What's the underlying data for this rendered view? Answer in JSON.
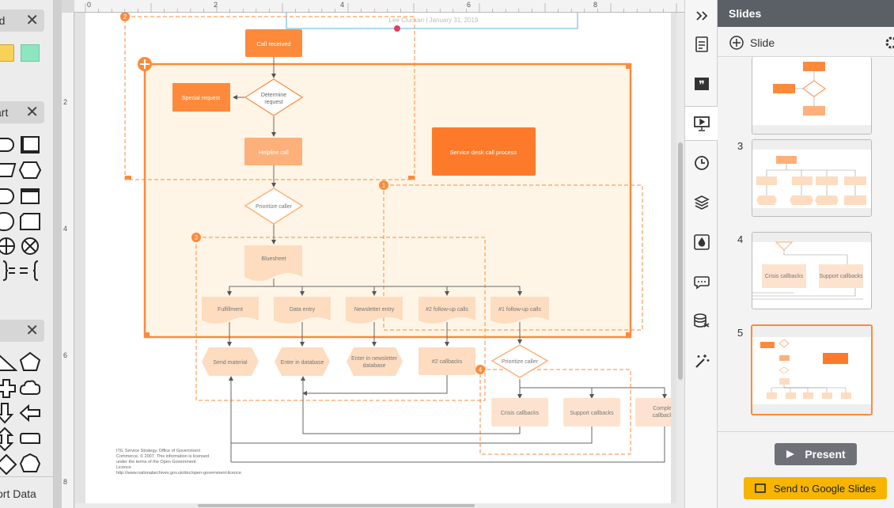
{
  "left_panel": {
    "section1_title": "rd",
    "section2_title": "art",
    "section3_title": "",
    "close_glyph": "✕",
    "import_label": "ort Data"
  },
  "rulers": {
    "h_marks": [
      "0",
      "2",
      "4",
      "6",
      "8"
    ],
    "v_marks": [
      "2",
      "4",
      "6",
      "8"
    ]
  },
  "diagram": {
    "header_text": "Lee Cluckan  |  January 31, 2019",
    "badges": [
      "2",
      "1",
      "3",
      "4"
    ],
    "nodes": {
      "call_received": "Call received",
      "determine_request": "Determine request",
      "special_request": "Special request",
      "helpline_call": "Helpline call",
      "service_desk": "Service desk call process",
      "prioritize_caller": "Prioritize caller",
      "bluesheet": "Bluesheet",
      "fulfillment": "Fulfillment",
      "data_entry": "Data entry",
      "newsletter_entry": "Newsletter entry",
      "followup2": "#2 follow-up calls",
      "followup1": "#1 follow-up calls",
      "send_material": "Send material",
      "enter_database": "Enter in database",
      "enter_newsletter_db": "Enter in newsletter database",
      "callbacks2": "#2 callbacks",
      "prioritize_caller2": "Prioritize caller",
      "crisis_callbacks": "Crisis callbacks",
      "support_callbacks": "Support callbacks",
      "complex_callbacks": "Complex callbacks"
    },
    "footnote": [
      "ITIL Service Strategy, Office of Government",
      "Commerce, © 2007. This information is licensed",
      "under the terms of the Open Government",
      "Licence",
      "http://www.nationalarchives.gov.uk/doc/open-government-licence"
    ]
  },
  "right_toolbar": {
    "icons": [
      "collapse-icon",
      "notes-icon",
      "quote-icon",
      "presentation-icon",
      "history-icon",
      "layers-icon",
      "fill-icon",
      "comment-icon",
      "data-icon",
      "magic-icon"
    ]
  },
  "slides_panel": {
    "title": "Slides",
    "add_slide_label": "Slide",
    "slide_numbers": [
      "3",
      "4",
      "5"
    ],
    "thumb4_labels": [
      "Crisis callbacks",
      "Support callbacks"
    ],
    "present_label": "Present",
    "google_slides_label": "Send to Google Slides"
  },
  "colors": {
    "orange": "#fd8a3b",
    "light_orange": "#fde0c8",
    "container_fill": "#fff5e6",
    "present_bg": "#6e7177",
    "google_btn": "#f7b500",
    "slides_header": "#5b5f66"
  }
}
